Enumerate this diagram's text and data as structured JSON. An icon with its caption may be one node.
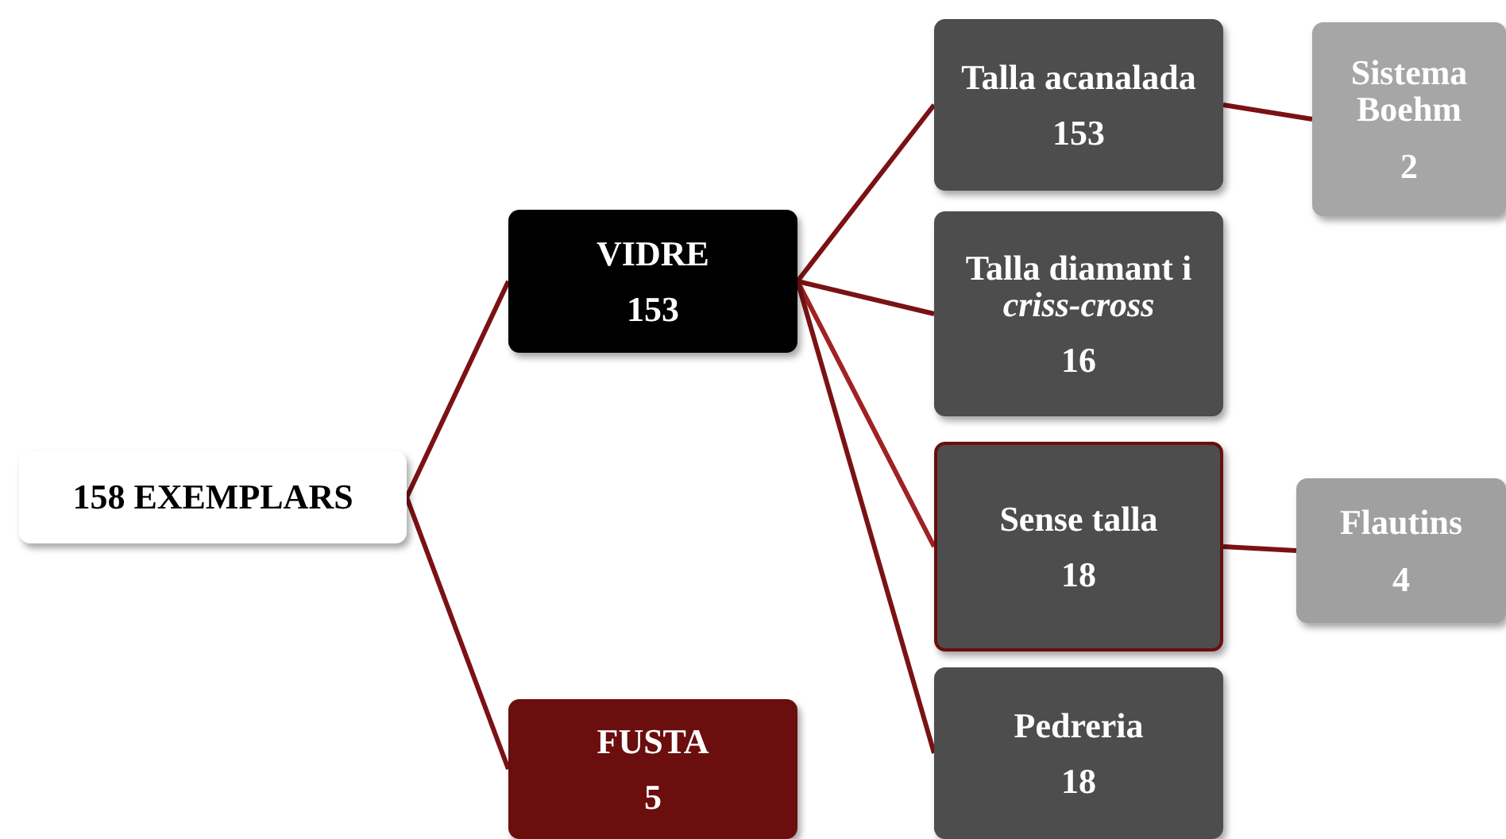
{
  "diagram": {
    "nodes": [
      {
        "text": [
          "158 EXEMPLARS"
        ]
      },
      {
        "text": [
          "VIDRE",
          "153"
        ]
      },
      {
        "text": [
          "FUSTA",
          "5"
        ]
      },
      {
        "text": [
          "Talla acanalada",
          "153"
        ]
      },
      {
        "text": [
          "Sistema Boehm",
          "2"
        ]
      },
      {
        "text": [
          "Talla diamant i *criss-cross*",
          "16"
        ]
      },
      {
        "text": [
          "Sense talla",
          "18"
        ]
      },
      {
        "text": [
          "Flautins",
          "4"
        ]
      },
      {
        "text": [
          "Pedreria",
          "18"
        ]
      }
    ],
    "edges": [
      {
        "from": 0,
        "to": 1,
        "arrow": "none"
      },
      {
        "from": 0,
        "to": 2,
        "arrow": "none"
      },
      {
        "from": 1,
        "to": 3,
        "arrow": "none"
      },
      {
        "from": 1,
        "to": 5,
        "arrow": "none"
      },
      {
        "from": 1,
        "to": 6,
        "arrow": "none",
        "color": "#a02222"
      },
      {
        "from": 1,
        "to": 8,
        "arrow": "none"
      },
      {
        "from": 3,
        "to": 4,
        "arrow": "none"
      },
      {
        "from": 6,
        "to": 7,
        "arrow": "none"
      }
    ]
  }
}
